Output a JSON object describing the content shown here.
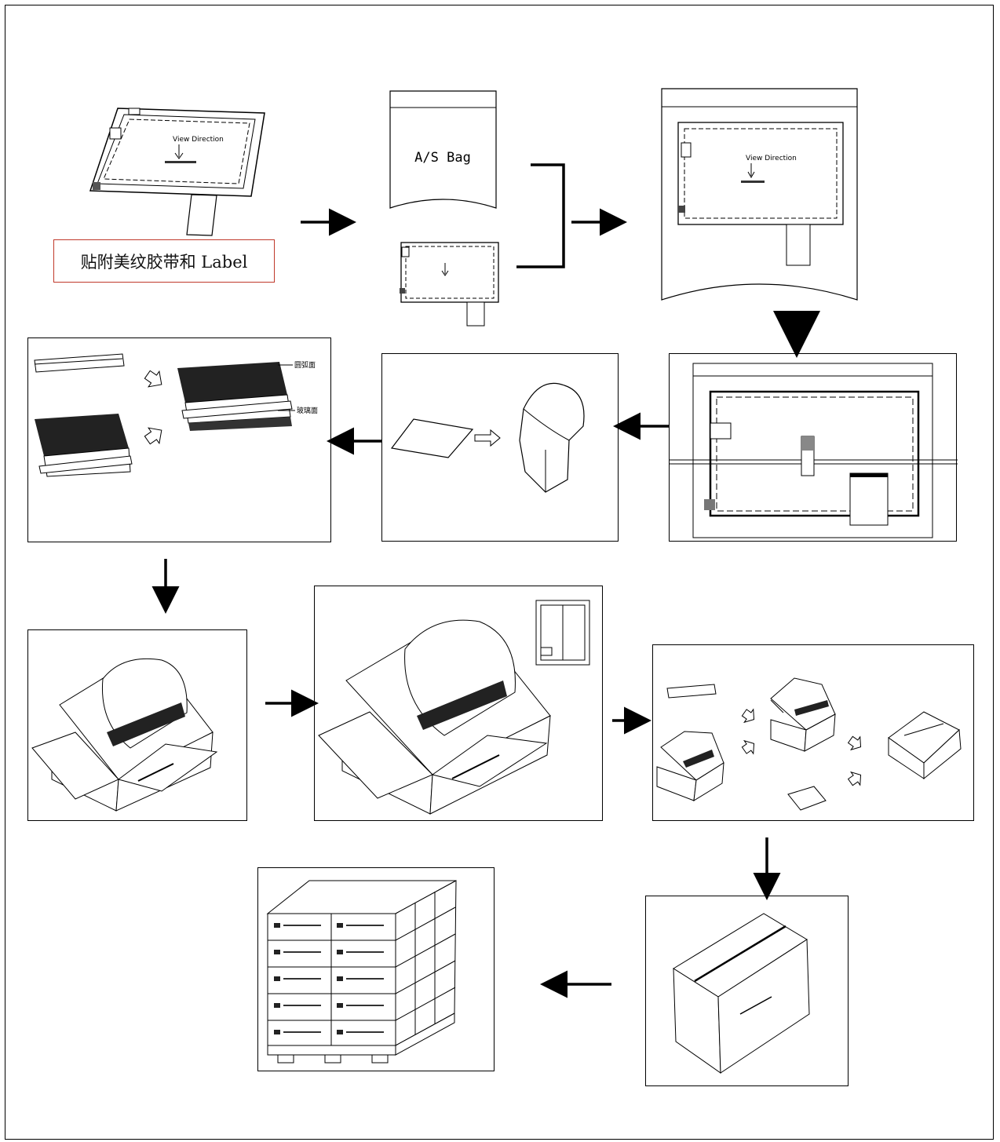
{
  "step1": {
    "label": "贴附美纹胶带和 Label"
  },
  "bag": {
    "text": "A/S Bag"
  },
  "stack": {
    "callout_top": "圆弧面",
    "callout_bottom": "玻璃面"
  },
  "colors": {
    "ink": "#000000",
    "label_border": "#c0392b",
    "hatch": "#555555"
  },
  "icons": [
    "arrow-right-icon",
    "arrow-left-icon",
    "arrow-down-icon",
    "hollow-arrow-icon"
  ]
}
